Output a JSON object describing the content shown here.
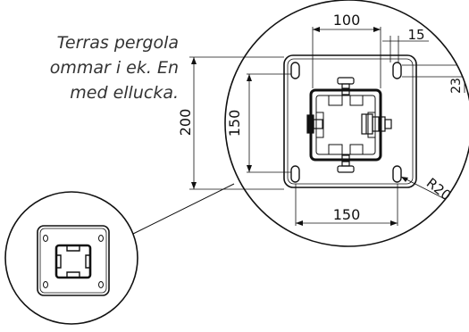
{
  "caption": {
    "line1": "Terras pergola",
    "line2": "ommar i ek. En",
    "line3": "med ellucka."
  },
  "dimensions": {
    "top_width": "100",
    "top_offset": "15",
    "side_offset": "23",
    "height_outer": "200",
    "height_inner": "150",
    "bottom_width": "150",
    "radius": "R20"
  },
  "colors": {
    "line": "#111111",
    "caption": "#333333"
  }
}
